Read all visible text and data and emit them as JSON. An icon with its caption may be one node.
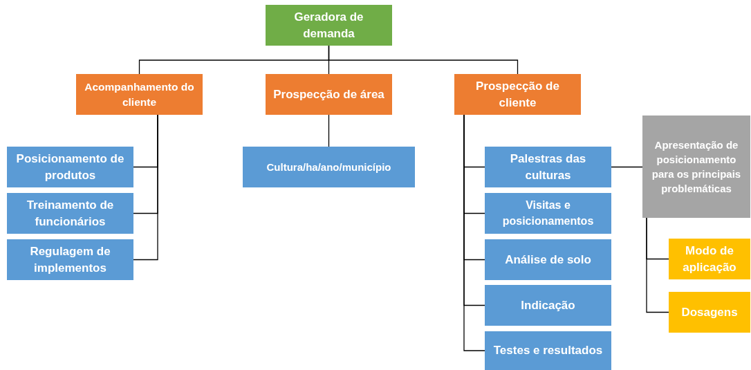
{
  "diagram": {
    "nodes": [
      {
        "text": [
          "Geradora de demanda"
        ]
      },
      {
        "text": [
          "Acompanhamento do cliente"
        ]
      },
      {
        "text": [
          "Prospecção de área"
        ]
      },
      {
        "text": [
          "Prospecção de cliente"
        ]
      },
      {
        "text": [
          "Posicionamento de produtos"
        ]
      },
      {
        "text": [
          "Treinamento de funcionários"
        ]
      },
      {
        "text": [
          "Regulagem de implementos"
        ]
      },
      {
        "text": [
          "Cultura/ha/ano/município"
        ]
      },
      {
        "text": [
          "Palestras das culturas"
        ]
      },
      {
        "text": [
          "Visitas e posicionamentos"
        ]
      },
      {
        "text": [
          "Análise de solo"
        ]
      },
      {
        "text": [
          "Indicação"
        ]
      },
      {
        "text": [
          "Testes e resultados"
        ]
      },
      {
        "text": [
          "Apresentação de posicionamento para os principais problemáticas"
        ]
      },
      {
        "text": [
          "Modo de aplicação"
        ]
      },
      {
        "text": [
          "Dosagens"
        ]
      }
    ],
    "edges": [
      {
        "from": 0,
        "to": 1,
        "arrow": "none"
      },
      {
        "from": 0,
        "to": 2,
        "arrow": "none"
      },
      {
        "from": 0,
        "to": 3,
        "arrow": "none"
      },
      {
        "from": 1,
        "to": 4,
        "arrow": "none"
      },
      {
        "from": 1,
        "to": 5,
        "arrow": "none"
      },
      {
        "from": 1,
        "to": 6,
        "arrow": "none"
      },
      {
        "from": 2,
        "to": 7,
        "arrow": "none"
      },
      {
        "from": 3,
        "to": 8,
        "arrow": "none"
      },
      {
        "from": 3,
        "to": 9,
        "arrow": "none"
      },
      {
        "from": 3,
        "to": 10,
        "arrow": "none"
      },
      {
        "from": 3,
        "to": 11,
        "arrow": "none"
      },
      {
        "from": 3,
        "to": 12,
        "arrow": "none"
      },
      {
        "from": 8,
        "to": 13,
        "arrow": "none"
      },
      {
        "from": 13,
        "to": 14,
        "arrow": "none"
      },
      {
        "from": 13,
        "to": 15,
        "arrow": "none"
      }
    ]
  }
}
